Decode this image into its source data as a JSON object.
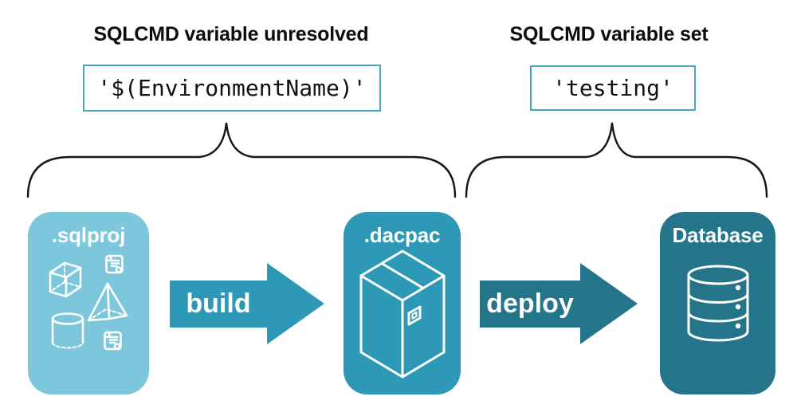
{
  "annotations": {
    "left": {
      "heading": "SQLCMD variable unresolved",
      "code": "'$(EnvironmentName)'"
    },
    "right": {
      "heading": "SQLCMD variable set",
      "code": "'testing'"
    }
  },
  "pipeline": {
    "stages": [
      {
        "label": ".sqlproj",
        "icon": "sql-objects-icon"
      },
      {
        "label": ".dacpac",
        "icon": "package-icon"
      },
      {
        "label": "Database",
        "icon": "database-icon"
      }
    ],
    "arrows": [
      {
        "label": "build"
      },
      {
        "label": "deploy"
      }
    ]
  },
  "colors": {
    "background": "#ffffff",
    "heading_text": "#0d0d0d",
    "code_text": "#111111",
    "code_box_border": "#44a8c4",
    "brace": "#161616",
    "sqlproj_card": "#7cc7db",
    "dacpac_card": "#2e99b6",
    "database_card": "#24748a",
    "build_arrow": "#2e99b6",
    "deploy_arrow": "#24748a",
    "icon_stroke": "#ffffff"
  }
}
